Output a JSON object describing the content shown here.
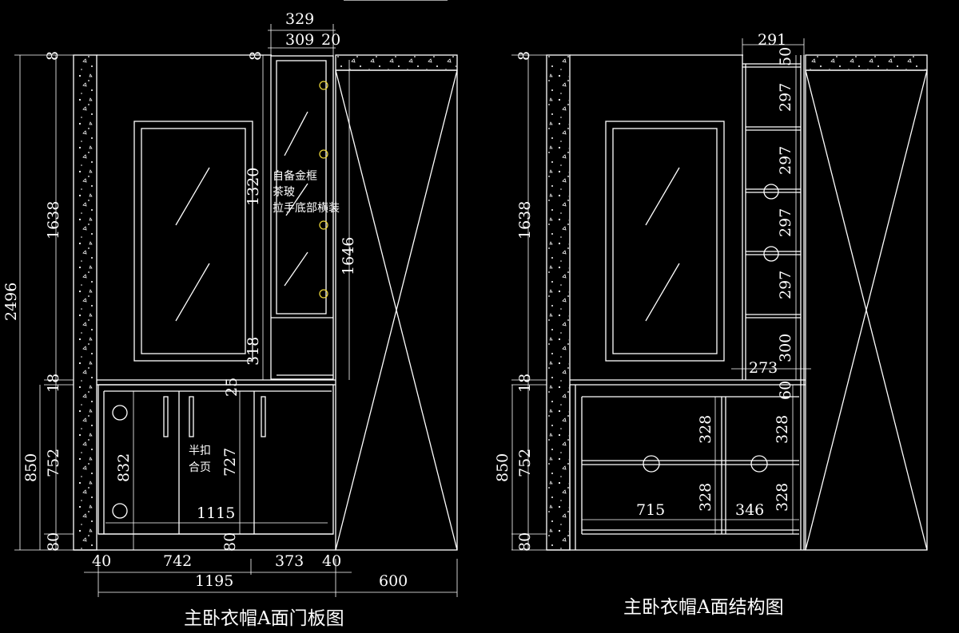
{
  "colors": {
    "background": "#000000",
    "line": "#ffffff",
    "hardware": "#e8d23a"
  },
  "left_drawing": {
    "title": "主卧衣帽A面门板图",
    "dims": {
      "w329": "329",
      "w309": "309",
      "w20": "20",
      "h8": "8",
      "h2496": "2496",
      "h1638": "1638",
      "h1320": "1320",
      "h1646": "1646",
      "h318": "318",
      "h18": "18",
      "h25": "25",
      "h850": "850",
      "h752": "752",
      "h832": "832",
      "h727": "727",
      "h80a": "80",
      "h80b": "80",
      "w1115": "1115",
      "w40a": "40",
      "w742": "742",
      "w373": "373",
      "w40b": "40",
      "w1195": "1195",
      "w600": "600"
    },
    "notes": {
      "frame_line1": "自备金框",
      "frame_line2": "茶玻",
      "frame_line3": "拉手底部横装",
      "hinge_line1": "半扣",
      "hinge_line2": "合页"
    }
  },
  "right_drawing": {
    "title": "主卧衣帽A面结构图",
    "dims": {
      "w291": "291",
      "h8": "8",
      "h50": "50",
      "h297a": "297",
      "h297b": "297",
      "h297c": "297",
      "h297d": "297",
      "h300": "300",
      "w273": "273",
      "h60": "60",
      "h1638": "1638",
      "h18": "18",
      "h850": "850",
      "h752": "752",
      "h328a": "328",
      "h328b": "328",
      "h328c": "328",
      "h328d": "328",
      "w715": "715",
      "w346": "346",
      "h80": "80"
    }
  }
}
